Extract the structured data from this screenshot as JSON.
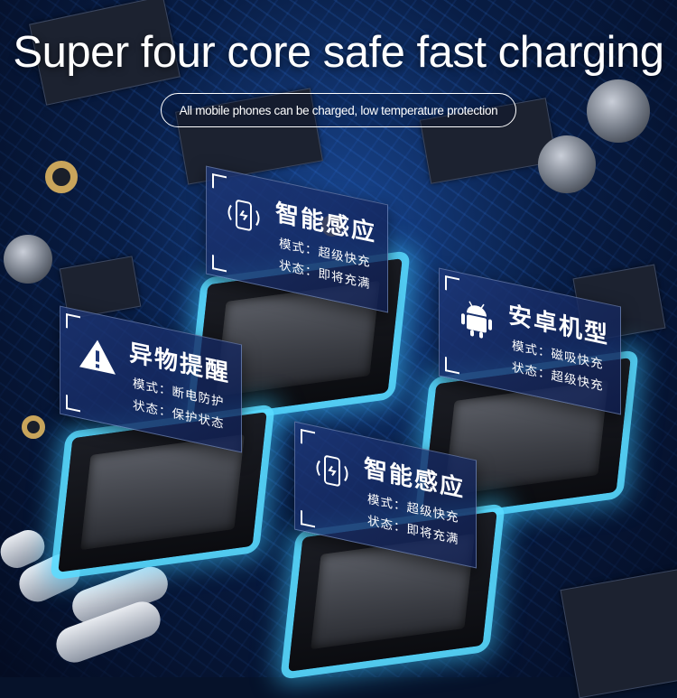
{
  "hero": {
    "title": "Super four core safe fast charging",
    "subtitle": "All mobile phones can be charged, low temperature protection"
  },
  "cards": [
    {
      "title": "智能感应",
      "mode": "模式：超级快充",
      "status": "状态：即将充满",
      "icon": "wireless-charging-icon"
    },
    {
      "title": "安卓机型",
      "mode": "模式：磁吸快充",
      "status": "状态：超级快充",
      "icon": "android-icon"
    },
    {
      "title": "异物提醒",
      "mode": "模式：断电防护",
      "status": "状态：保护状态",
      "icon": "warning-icon"
    },
    {
      "title": "智能感应",
      "mode": "模式：超级快充",
      "status": "状态：即将充满",
      "icon": "wireless-charging-icon"
    }
  ],
  "colors": {
    "glow": "#5adcff",
    "card": "#1e3778",
    "board": "#081a3c",
    "text": "#ffffff"
  }
}
